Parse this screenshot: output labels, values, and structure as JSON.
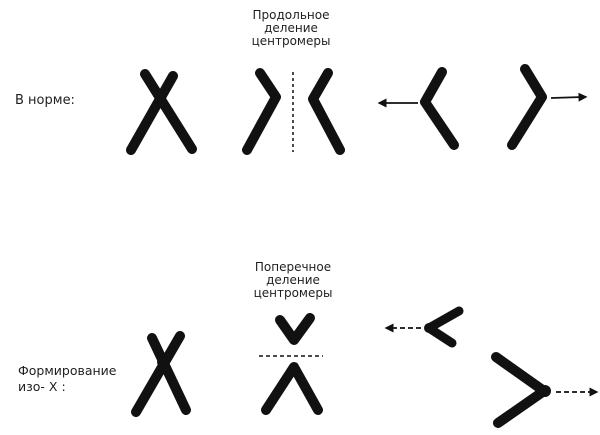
{
  "top_row": {
    "row_label": "В норме:",
    "caption": [
      "Продольное",
      "деление",
      "центромеры"
    ]
  },
  "bottom_row": {
    "row_label_line1": "Формирование",
    "row_label_line2": "изо- X :",
    "caption": [
      "Поперечное",
      "деление",
      "центромеры"
    ]
  },
  "colors": {
    "ink": "#111111",
    "background": "#ffffff"
  }
}
